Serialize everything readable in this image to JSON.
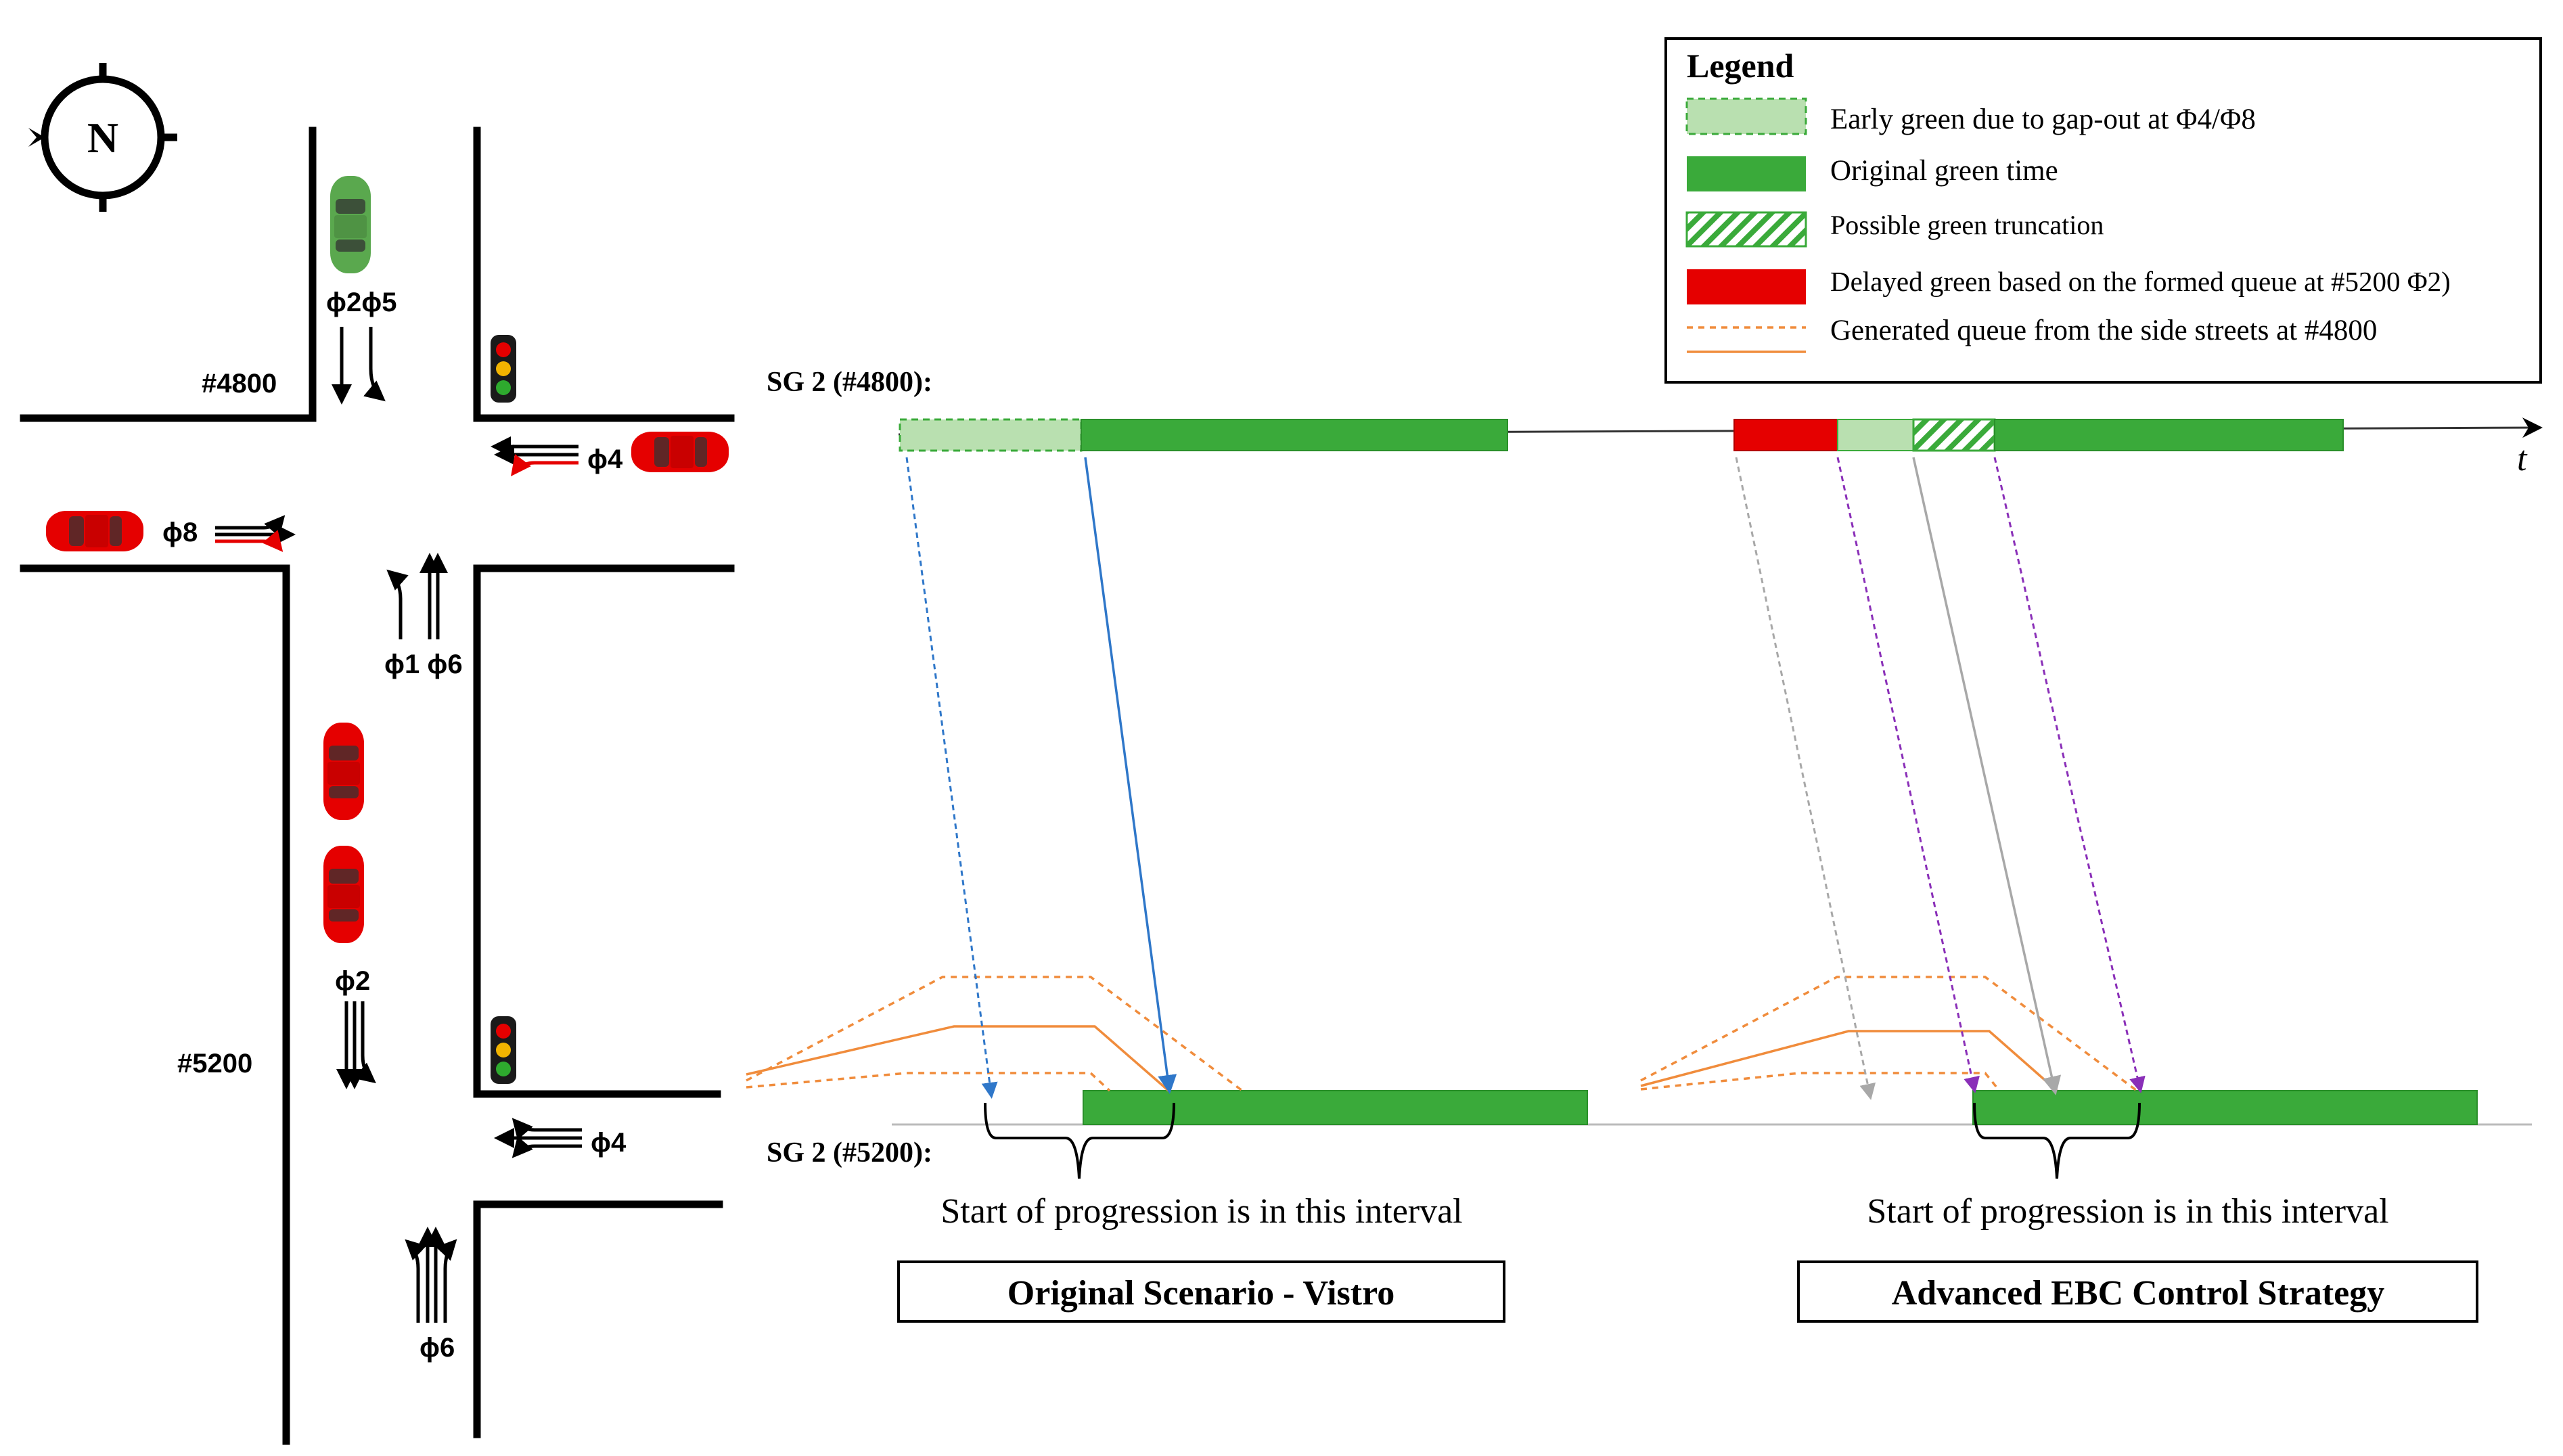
{
  "compass": {
    "label": "N",
    "icon": "compass-icon"
  },
  "intersections": {
    "north": {
      "id": "#4800"
    },
    "south": {
      "id": "#5200"
    }
  },
  "phases": {
    "n_sb": "ϕ2ϕ5",
    "n_eb": "ϕ4",
    "n_wb": "ϕ8",
    "n_nb": "ϕ1 ϕ6",
    "s_sb": "ϕ2",
    "s_eb": "ϕ4",
    "s_nb": "ϕ6"
  },
  "timeline": {
    "sg_top": "SG 2 (#4800):",
    "sg_bottom": "SG 2 (#5200):",
    "axis_label": "t",
    "interval_caption_left": "Start of progression is in this interval",
    "interval_caption_right": "Start of progression is in this interval",
    "scenario_left": "Original Scenario - Vistro",
    "scenario_right": "Advanced EBC Control Strategy"
  },
  "legend": {
    "title": "Legend",
    "items": [
      {
        "label": "Early green due to gap-out at Φ4/Φ8",
        "style": "early-green",
        "color": "#b9e0b0"
      },
      {
        "label": "Original green time",
        "style": "green",
        "color": "#3aaa3a"
      },
      {
        "label": "Possible green truncation",
        "style": "hatched",
        "color": "#3aaa3a"
      },
      {
        "label": "Delayed green based on the formed queue at #5200 Φ2)",
        "style": "red",
        "color": "#e50000"
      },
      {
        "label": "Generated queue from the side streets at #4800",
        "style": "queue-lines",
        "color": "#f08c3c"
      }
    ]
  },
  "colors": {
    "green": "#3aaa3a",
    "light_green": "#b9e0b0",
    "red": "#e50000",
    "orange": "#f08c3c",
    "blue": "#2f77c9",
    "purple": "#8a2fb8",
    "gray": "#a8a8a8"
  }
}
